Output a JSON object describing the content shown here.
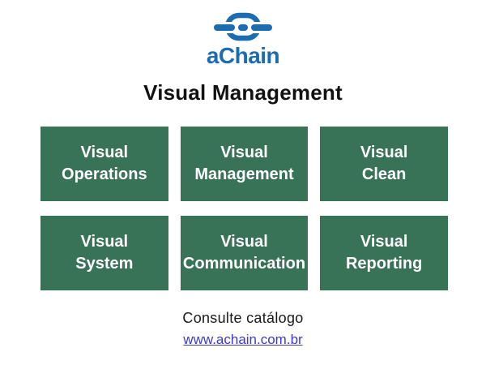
{
  "colors": {
    "logo-blue": "#1B6DB0",
    "box-green": "#387357",
    "box-text": "#ffffff",
    "link-blue": "#3B3BC8",
    "title-black": "#121212"
  },
  "logo": {
    "text": "aChain",
    "icon": "chain-link-icon"
  },
  "title": "Visual Management",
  "grid": {
    "items": [
      {
        "label": "Visual\nOperations"
      },
      {
        "label": "Visual\nManagement"
      },
      {
        "label": "Visual\nClean"
      },
      {
        "label": "Visual\nSystem"
      },
      {
        "label": "Visual\nCommunication"
      },
      {
        "label": "Visual\nReporting"
      }
    ]
  },
  "footer": {
    "caption": "Consulte catálogo",
    "link": "www.achain.com.br"
  }
}
